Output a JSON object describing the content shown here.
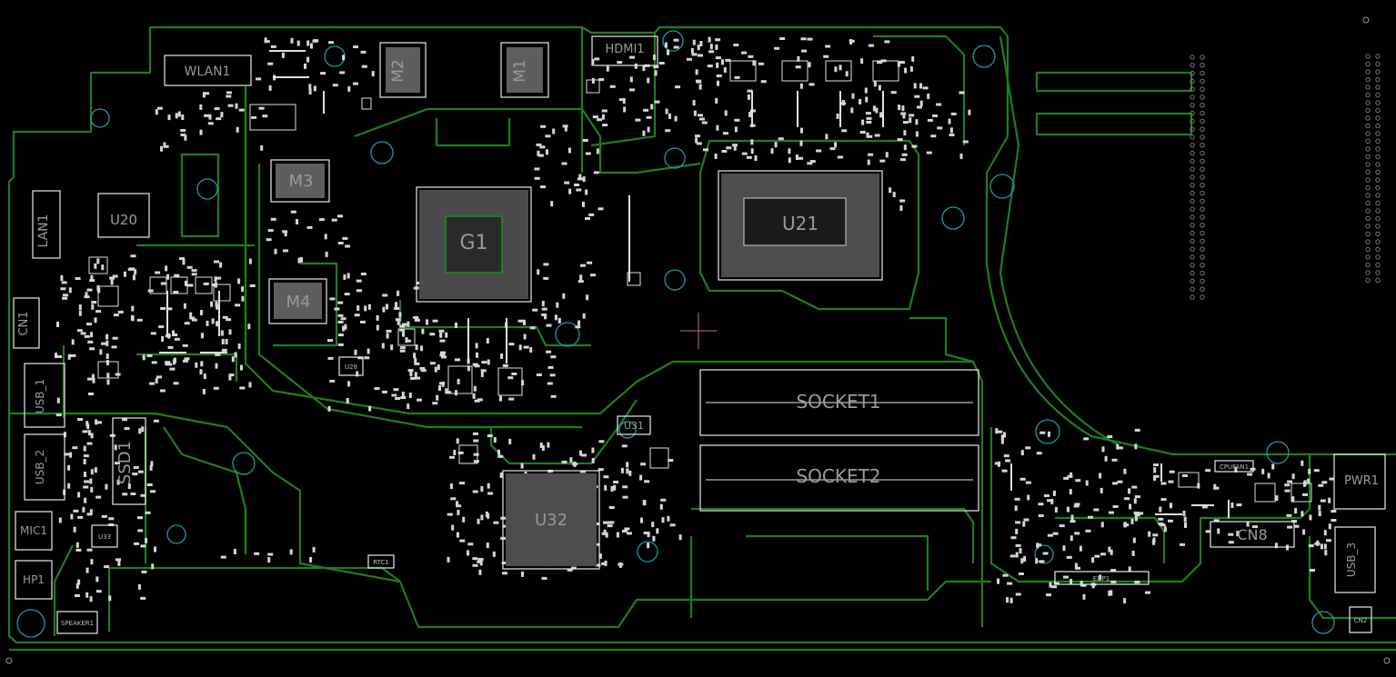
{
  "board": {
    "background": "#000000",
    "trace_color": "#1f7d1f",
    "silk_color": "#e8e8e8",
    "label_color": "#9a9a9a",
    "hole_color": "#1c9aa0",
    "cursor_color": "#c0707a"
  },
  "components": {
    "wlan": "WLAN1",
    "hdmi": "HDMI1",
    "m1": "M1",
    "m2": "M2",
    "m3": "M3",
    "m4": "M4",
    "g1": "G1",
    "u21": "U21",
    "u20": "U20",
    "lan": "LAN1",
    "cn1": "CN1",
    "usb1": "USB_1",
    "usb2": "USB_2",
    "usb3": "USB_3",
    "ssd": "SSD1",
    "mic": "MIC1",
    "hp": "HP1",
    "u33": "U33",
    "u28": "U28",
    "u31": "U31",
    "u32": "U32",
    "socket1": "SOCKET1",
    "socket2": "SOCKET2",
    "pwr": "PWR1",
    "cn8": "CN8",
    "edp": "EDP1",
    "rtc": "RTC1",
    "speaker": "SPEAKER1",
    "cn2": "CN2",
    "cpufan": "CPUFAN1"
  }
}
